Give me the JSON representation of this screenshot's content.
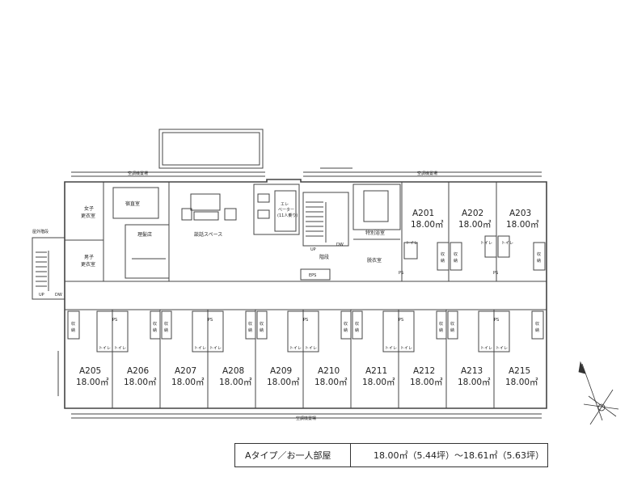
{
  "rooms_top": [
    {
      "id": "A201",
      "area": "18.00㎡"
    },
    {
      "id": "A202",
      "area": "18.00㎡"
    },
    {
      "id": "A203",
      "area": "18.00㎡"
    }
  ],
  "rooms_bottom": [
    {
      "id": "A205",
      "area": "18.00㎡"
    },
    {
      "id": "A206",
      "area": "18.00㎡"
    },
    {
      "id": "A207",
      "area": "18.00㎡"
    },
    {
      "id": "A208",
      "area": "18.00㎡"
    },
    {
      "id": "A209",
      "area": "18.00㎡"
    },
    {
      "id": "A210",
      "area": "18.00㎡"
    },
    {
      "id": "A211",
      "area": "18.00㎡"
    },
    {
      "id": "A212",
      "area": "18.00㎡"
    },
    {
      "id": "A213",
      "area": "18.00㎡"
    },
    {
      "id": "A215",
      "area": "18.00㎡"
    }
  ],
  "labels": {
    "ac_top_left": "空調機置場",
    "ac_top_right": "空調機置場",
    "ac_bottom": "空調機置場",
    "women_locker_1": "女子",
    "women_locker_2": "更衣室",
    "men_locker_1": "男子",
    "men_locker_2": "更衣室",
    "night_duty": "宿直室",
    "barber": "理髪店",
    "lounge": "談話スペース",
    "elevator_1": "エレ",
    "elevator_2": "ベーター",
    "elevator_3": "(11人乗り)",
    "special_bath": "特別浴室",
    "stairs": "階段",
    "undress": "脱衣室",
    "eps": "EPS",
    "outdoor_stairs": "屋外階段",
    "up1": "UP",
    "dw1": "DW",
    "up2": "UP",
    "dw2": "DW",
    "toilet": "トイレ",
    "storage_1": "収",
    "storage_2": "納",
    "ps": "PS"
  },
  "legend": {
    "type": "Aタイプ／お一人部屋",
    "area": "18.00㎡（5.44坪）～18.61㎡（5.63坪）"
  }
}
